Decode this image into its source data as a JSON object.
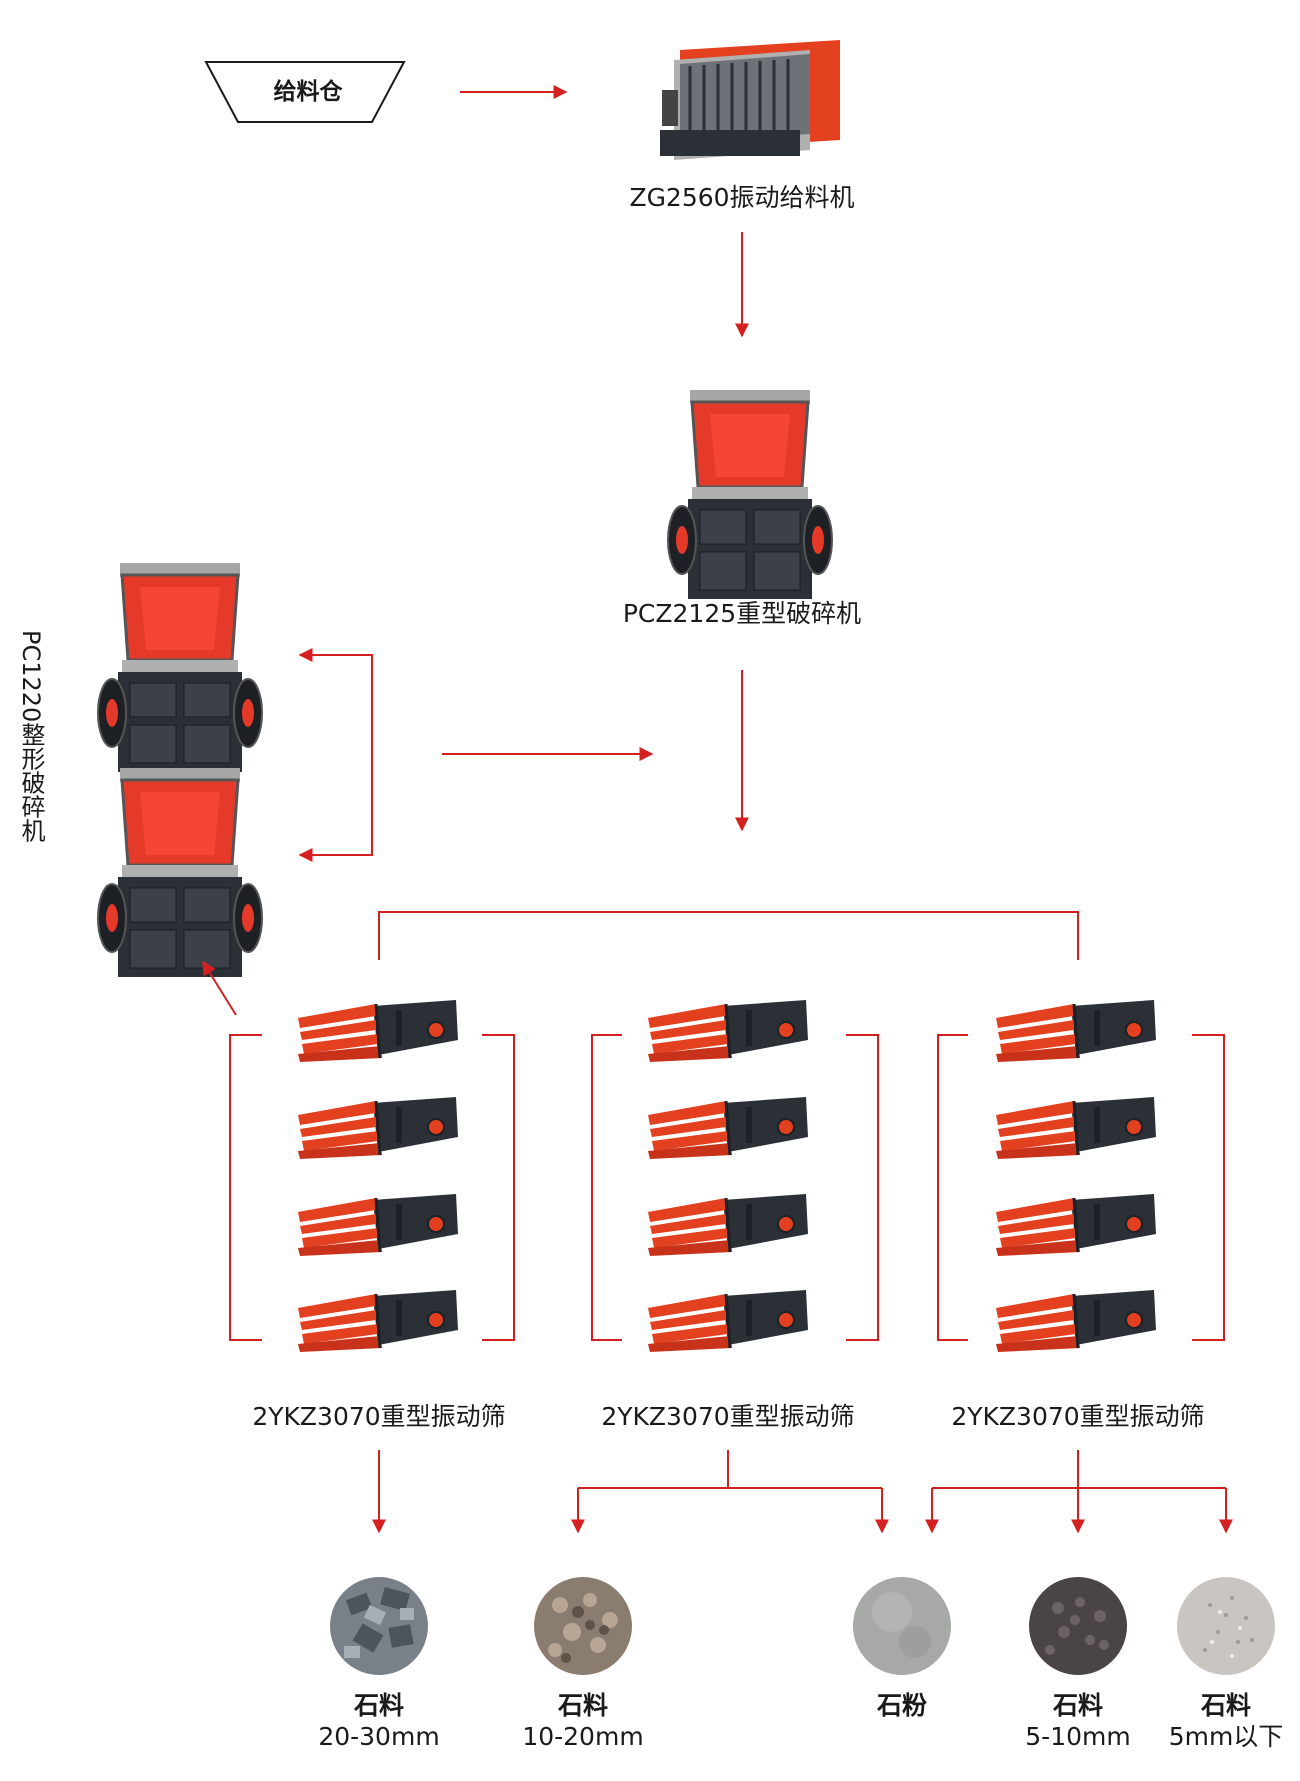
{
  "feed_bin": {
    "label": "给料仓"
  },
  "vibrating_feeder": {
    "label": "ZG2560振动给料机"
  },
  "primary_crusher": {
    "label": "PCZ2125重型破碎机"
  },
  "shaping_crusher": {
    "label": "PC1220整形破碎机"
  },
  "screens": [
    {
      "label": "2YKZ3070重型振动筛"
    },
    {
      "label": "2YKZ3070重型振动筛"
    },
    {
      "label": "2YKZ3070重型振动筛"
    }
  ],
  "products": [
    {
      "name": "石料",
      "size": "20-30mm",
      "texture": "large-gravel"
    },
    {
      "name": "石料",
      "size": "10-20mm",
      "texture": "pebbles"
    },
    {
      "name": "石粉",
      "size": "",
      "texture": "stone-powder"
    },
    {
      "name": "石料",
      "size": "5-10mm",
      "texture": "dark-gravel"
    },
    {
      "name": "石料",
      "size": "5mm以下",
      "texture": "fine-sand"
    }
  ],
  "colors": {
    "arrow": "#d42020",
    "machine_red": "#e53a2a",
    "machine_dark": "#2b2f36",
    "screen_orange": "#e2401f"
  }
}
